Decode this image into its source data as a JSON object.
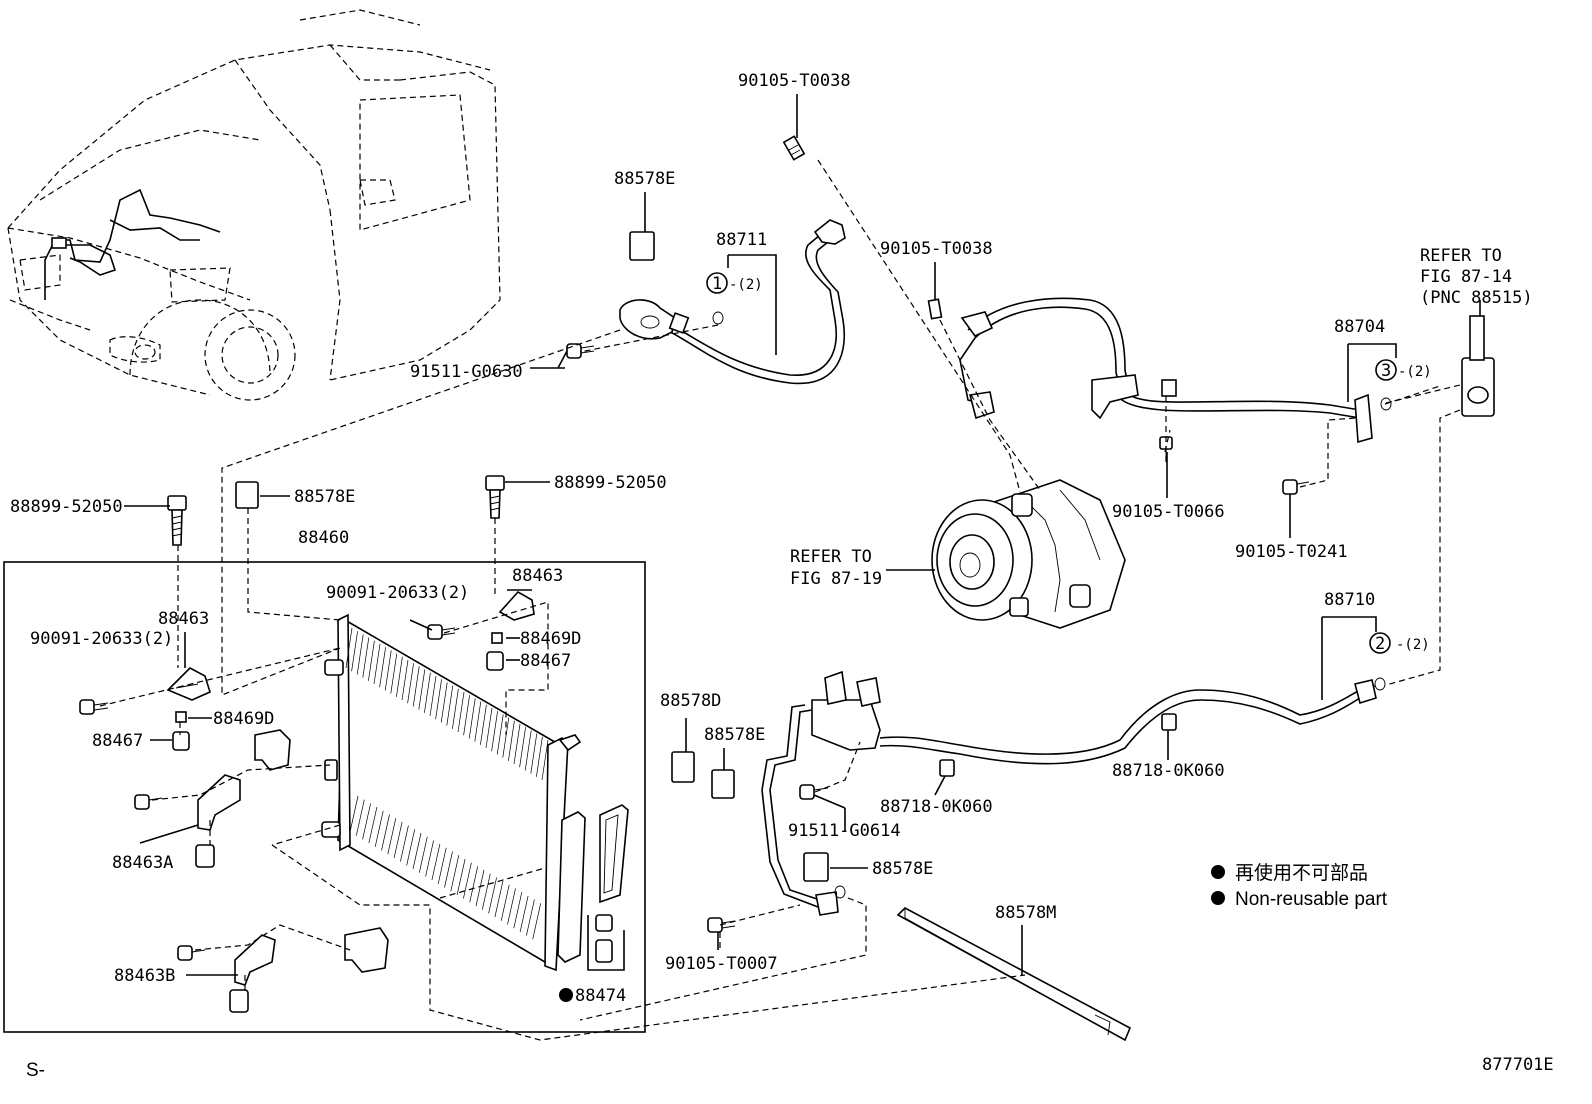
{
  "labels": {
    "p90105_T0038_a": "90105-T0038",
    "p88578E_top": "88578E",
    "p88711": "88711",
    "q2_a": "-(2)",
    "p91511_G0630": "91511-G0630",
    "p90105_T0038_b": "90105-T0038",
    "refer_1_line1": "REFER TO",
    "refer_1_line2": "FIG 87-14",
    "refer_1_line3": "(PNC 88515)",
    "p88704": "88704",
    "q2_b": "-(2)",
    "p90105_T0066": "90105-T0066",
    "p90105_T0241": "90105-T0241",
    "refer_2_line1": "REFER TO",
    "refer_2_line2": "FIG 87-19",
    "p88899_52050_a": "88899-52050",
    "p88578E_mid": "88578E",
    "p88899_52050_b": "88899-52050",
    "p88460": "88460",
    "p90091_20633_a": "90091-20633(2)",
    "p88463_a": "88463",
    "p88463_b": "88463",
    "p90091_20633_b": "90091-20633(2)",
    "p88469D_a": "88469D",
    "p88467_a": "88467",
    "p88469D_b": "88469D",
    "p88467_b": "88467",
    "p88463A": "88463A",
    "p88463B": "88463B",
    "p88474": "88474",
    "p88578D": "88578D",
    "p88578E_low": "88578E",
    "p91511_G0614": "91511-G0614",
    "p88578E_bottom": "88578E",
    "p90105_T0007": "90105-T0007",
    "p88710": "88710",
    "q2_c": "-(2)",
    "p88718_0K060_a": "88718-0K060",
    "p88718_0K060_b": "88718-0K060",
    "p88578M": "88578M",
    "circle_1": "1",
    "circle_2": "2",
    "circle_3": "3"
  },
  "legend": {
    "line1": "再使用不可部品",
    "line2": "Non-reusable part"
  },
  "footer": {
    "left": "S-",
    "right": "877701E"
  }
}
